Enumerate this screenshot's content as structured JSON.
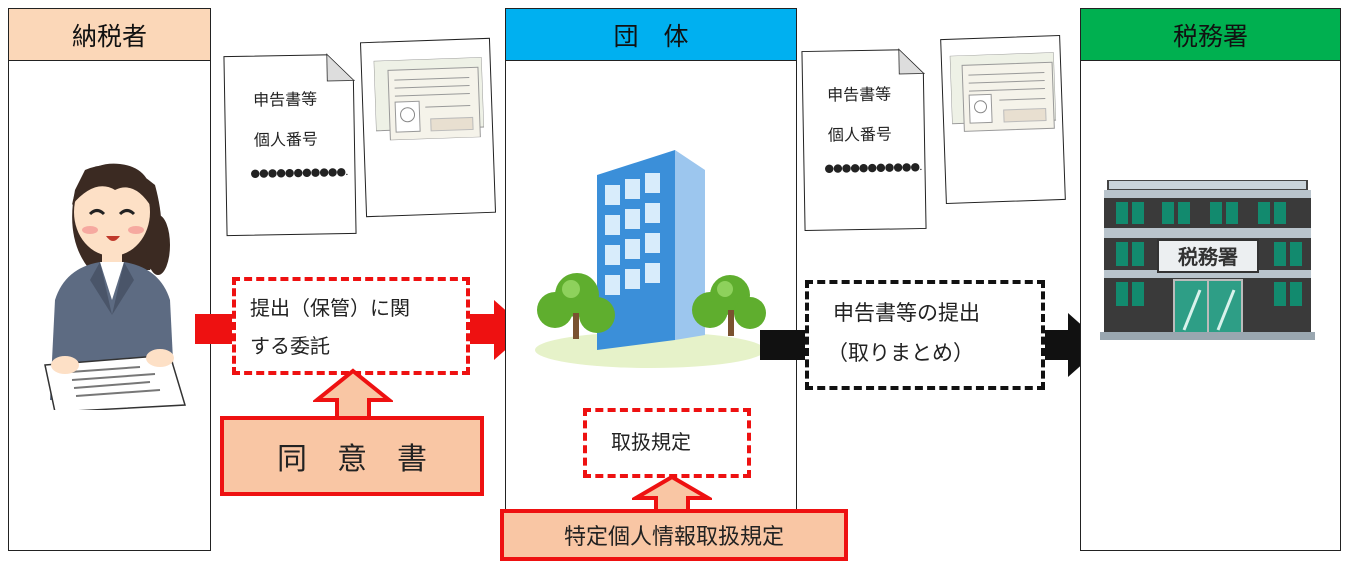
{
  "columns": {
    "taxpayer": {
      "title": "納税者",
      "color": "#fbd7b8"
    },
    "organization": {
      "title": "団　体",
      "color": "#00b0f0"
    },
    "tax_office": {
      "title": "税務署",
      "color": "#00b050"
    }
  },
  "documents": {
    "left": {
      "line1": "申告書等",
      "line2": "個人番号",
      "line3": "●●●●●●●●●●●."
    },
    "right": {
      "line1": "申告書等",
      "line2": "個人番号",
      "line3": "●●●●●●●●●●●."
    }
  },
  "flows": {
    "delegation": {
      "line1": "提出（保管）に関",
      "line2": "する委託"
    },
    "submission": {
      "line1": "申告書等の提出",
      "line2": "（取りまとめ）"
    }
  },
  "labels": {
    "consent": "同　意　書",
    "rules": "取扱規定",
    "specific_rules": "特定個人情報取扱規定",
    "building_sign": "税務署"
  },
  "colors": {
    "red": "#ee1111",
    "peach": "#f9c6a4",
    "black": "#111111"
  }
}
